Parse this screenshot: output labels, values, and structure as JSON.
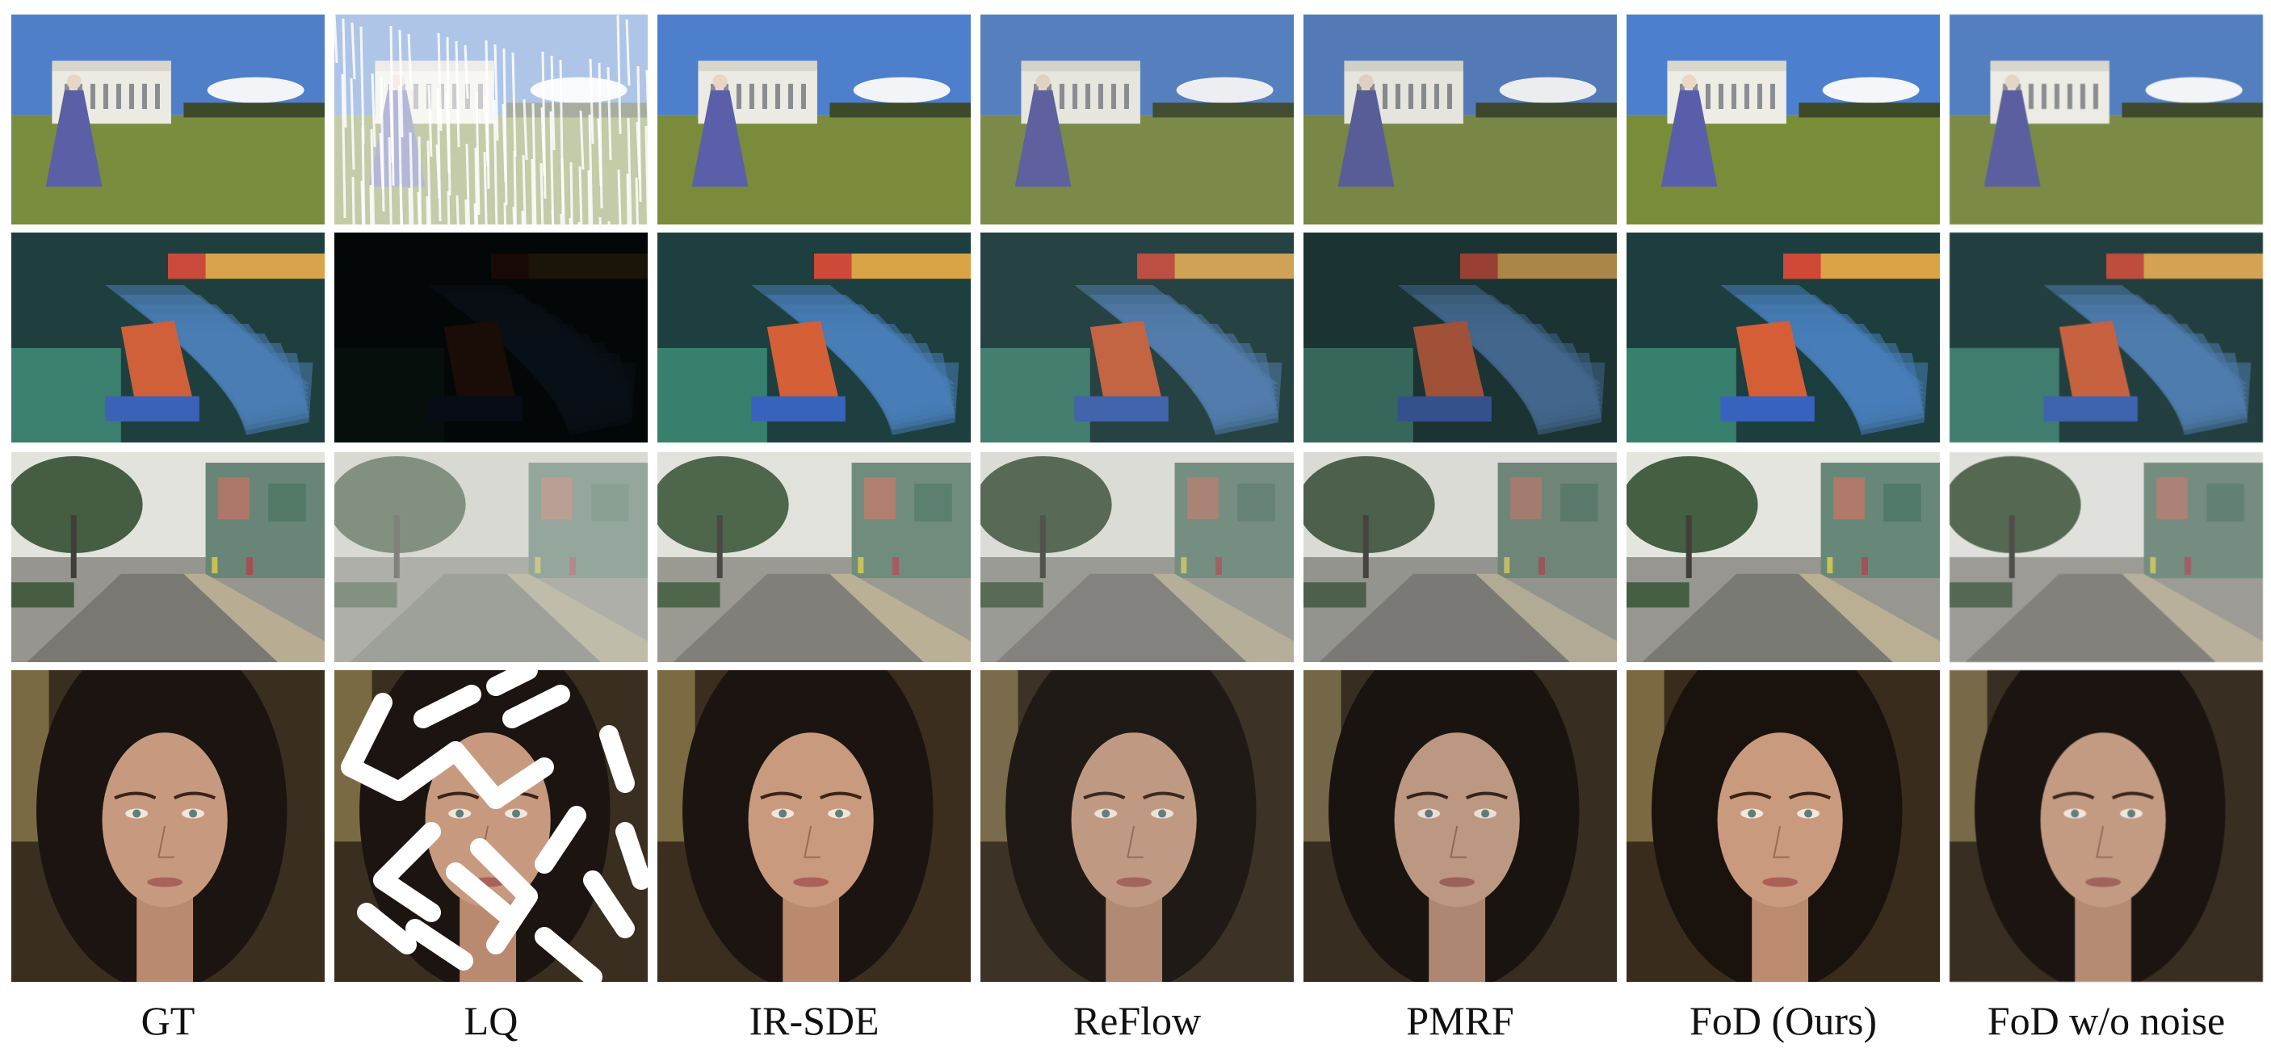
{
  "columns": [
    {
      "id": "gt",
      "label": "GT"
    },
    {
      "id": "lq",
      "label": "LQ"
    },
    {
      "id": "irsde",
      "label": "IR-SDE"
    },
    {
      "id": "reflow",
      "label": "ReFlow"
    },
    {
      "id": "pmrf",
      "label": "PMRF"
    },
    {
      "id": "fod",
      "label": "FoD (Ours)"
    },
    {
      "id": "fod-nonoise",
      "label": "FoD w/o noise"
    }
  ],
  "rows": [
    {
      "id": "deraining",
      "scene": "woman-in-period-dress-on-lawn"
    },
    {
      "id": "low-light",
      "scene": "stadium-seating"
    },
    {
      "id": "dehazing",
      "scene": "hazy-street"
    },
    {
      "id": "inpainting",
      "scene": "face-portrait"
    }
  ],
  "palette": {
    "sky": "#4f7fc9",
    "grass": "#7a8c3e",
    "seats": "#4b7db5",
    "court": "#d0603a",
    "haze": "#c9ccc4",
    "skin": "#c79a80",
    "hair": "#1c1410"
  }
}
